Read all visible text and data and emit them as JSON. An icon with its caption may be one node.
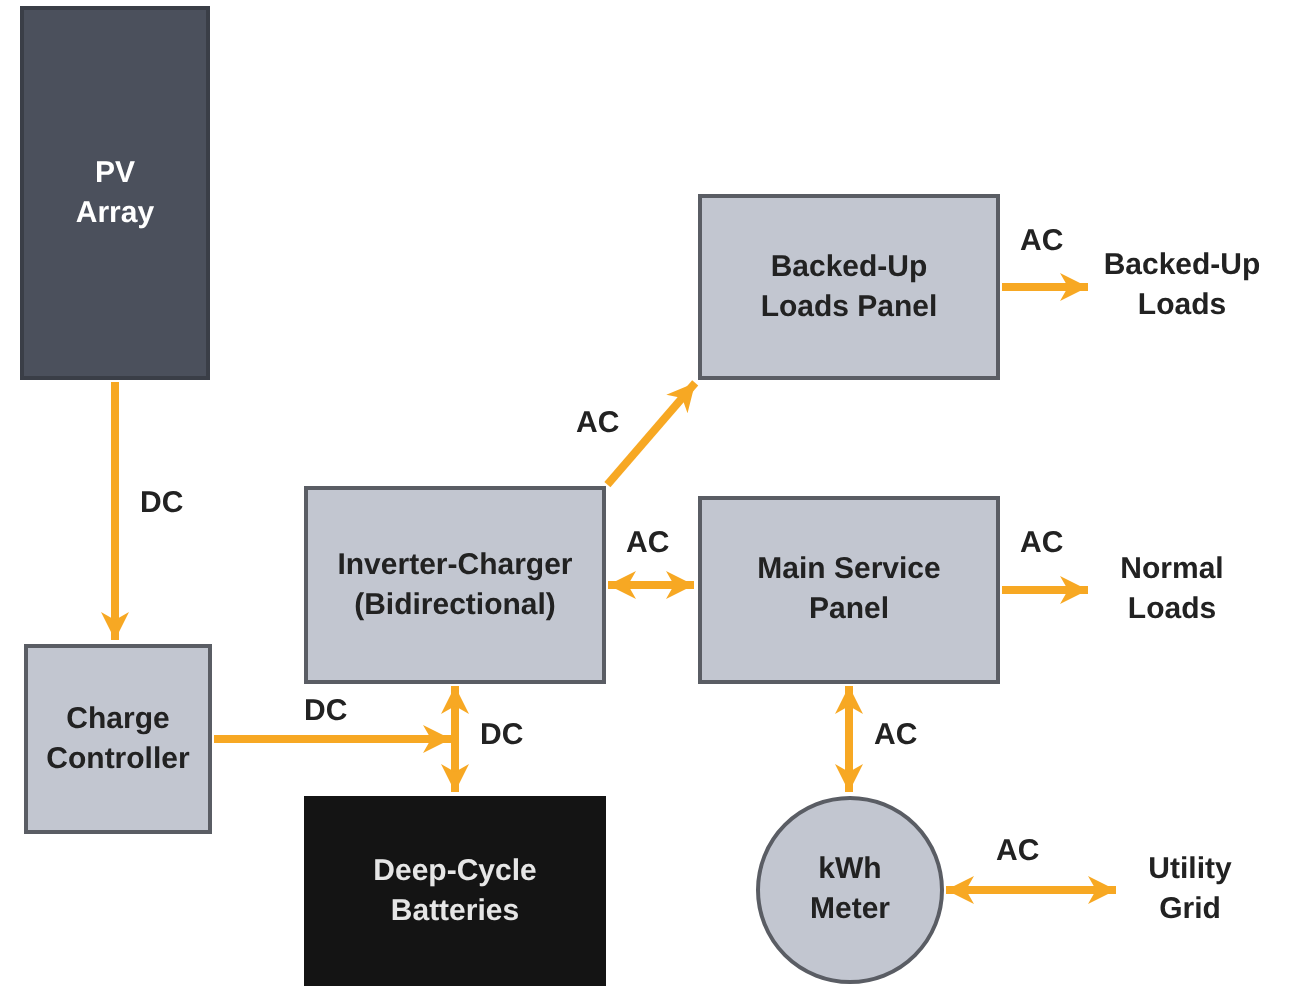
{
  "diagram": {
    "nodes": [
      {
        "text": [
          "PV Array"
        ]
      },
      {
        "text": [
          "Charge Controller"
        ]
      },
      {
        "text": [
          "Inverter-Charger (Bidirectional)"
        ]
      },
      {
        "text": [
          "Deep-Cycle Batteries"
        ]
      },
      {
        "text": [
          "Backed-Up Loads Panel"
        ]
      },
      {
        "text": [
          "Main Service Panel"
        ]
      },
      {
        "text": [
          "kWh Meter"
        ]
      },
      {
        "text": [
          "Backed-Up Loads"
        ]
      },
      {
        "text": [
          "Normal Loads"
        ]
      },
      {
        "text": [
          "Utility Grid"
        ]
      }
    ],
    "edges": [
      {
        "from": 0,
        "to": 1,
        "arrow": "to",
        "label": "DC"
      },
      {
        "from": 1,
        "to": 3,
        "arrow": "to",
        "label": "DC"
      },
      {
        "from": 2,
        "to": 3,
        "arrow": "both",
        "label": "DC"
      },
      {
        "from": 2,
        "to": 4,
        "arrow": "to",
        "label": "AC"
      },
      {
        "from": 2,
        "to": 5,
        "arrow": "both",
        "label": "AC"
      },
      {
        "from": 4,
        "to": 7,
        "arrow": "to",
        "label": "AC"
      },
      {
        "from": 5,
        "to": 8,
        "arrow": "to",
        "label": "AC"
      },
      {
        "from": 5,
        "to": 6,
        "arrow": "both",
        "label": "AC"
      },
      {
        "from": 6,
        "to": 9,
        "arrow": "both",
        "label": "AC"
      }
    ]
  }
}
